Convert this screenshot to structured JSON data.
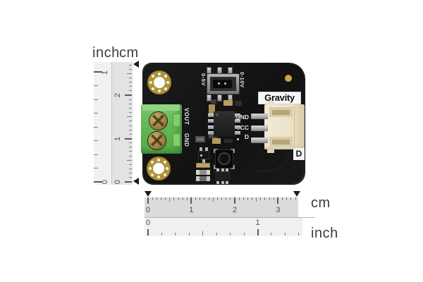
{
  "rulers": {
    "vertical": {
      "unit_labels": {
        "inch": "inch",
        "cm": "cm"
      },
      "inch_numbers": [
        "1",
        "0"
      ],
      "cm_numbers": [
        "2",
        "1",
        "0"
      ]
    },
    "horizontal": {
      "unit_labels": {
        "cm": "cm",
        "inch": "inch"
      },
      "cm_numbers": [
        "0",
        "1",
        "2",
        "3"
      ],
      "inch_numbers": [
        "0",
        "1"
      ]
    }
  },
  "board": {
    "silkscreen": {
      "switch_left": "0-5V",
      "switch_right": "0-10V",
      "terminal_pins": [
        "VOUT",
        "GND"
      ],
      "connector_pins": [
        "GND",
        "VCC",
        "D"
      ],
      "brand": "Gravity",
      "corner_marker": "D"
    },
    "colors": {
      "pcb": "#161616",
      "gold": "#ad9339",
      "terminal_green": "#64b855",
      "connector_cream": "#ece2c8",
      "label_white": "#f5f5f5"
    }
  }
}
